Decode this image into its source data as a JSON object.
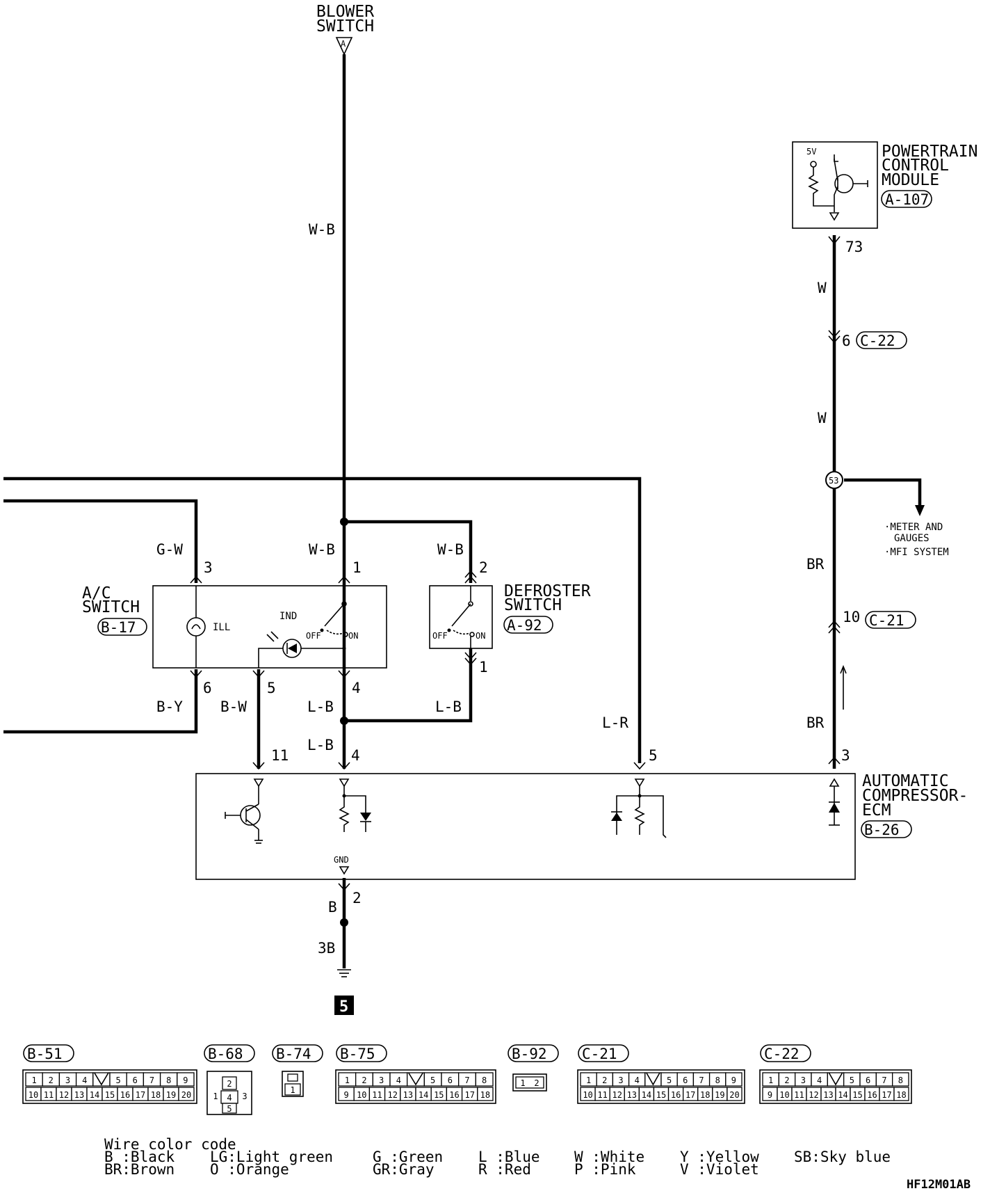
{
  "components": {
    "blower_switch": {
      "line1": "BLOWER",
      "line2": "SWITCH",
      "connector": "A"
    },
    "pcm": {
      "line1": "POWERTRAIN",
      "line2": "CONTROL",
      "line3": "MODULE",
      "connector": "A-107",
      "voltage": "5V"
    },
    "ac_switch": {
      "line1": "A/C",
      "line2": "SWITCH",
      "connector": "B-17",
      "ill": "ILL",
      "ind": "IND",
      "off": "OFF",
      "on": "ON"
    },
    "defroster_switch": {
      "line1": "DEFROSTER",
      "line2": "SWITCH",
      "connector": "A-92",
      "off": "OFF",
      "on": "ON"
    },
    "ecm": {
      "line1": "AUTOMATIC",
      "line2": "COMPRESSOR-",
      "line3": "ECM",
      "connector": "B-26",
      "gnd": "GND"
    }
  },
  "wires": {
    "wb_main": "W-B",
    "wb_1": "W-B",
    "wb_2": "W-B",
    "gw": "G-W",
    "by": "B-Y",
    "bw": "B-W",
    "lb_4": "L-B",
    "lb_1": "L-B",
    "lb_ecm": "L-B",
    "lr": "L-R",
    "w_top": "W",
    "w_mid": "W",
    "br_top": "BR",
    "br_bot": "BR",
    "b": "B",
    "ground_3b": "3B"
  },
  "pins": {
    "pcm_73": "73",
    "c22_6": "6",
    "c21_10": "10",
    "ecm_3": "3",
    "ac_3": "3",
    "ac_1": "1",
    "ac_6": "6",
    "ac_5": "5",
    "ac_4": "4",
    "def_2": "2",
    "def_1": "1",
    "ecm_11": "11",
    "ecm_4": "4",
    "ecm_5": "5",
    "ecm_2": "2"
  },
  "junction": {
    "id": "53"
  },
  "branch": {
    "line1": "·METER AND",
    "line2": "GAUGES",
    "line3": "·MFI SYSTEM"
  },
  "connector_refs": {
    "c22": "C-22",
    "c21": "C-21"
  },
  "ground_point": "5",
  "connector_views": [
    {
      "id": "B-51",
      "row1": [
        "1",
        "2",
        "3",
        "4",
        "",
        "5",
        "6",
        "7",
        "8",
        "9"
      ],
      "row2": [
        "10",
        "11",
        "12",
        "13",
        "14",
        "15",
        "16",
        "17",
        "18",
        "19",
        "20"
      ]
    },
    {
      "id": "B-68"
    },
    {
      "id": "B-74"
    },
    {
      "id": "B-75",
      "row1": [
        "1",
        "2",
        "3",
        "4",
        "",
        "5",
        "6",
        "7",
        "8"
      ],
      "row2": [
        "9",
        "10",
        "11",
        "12",
        "13",
        "14",
        "15",
        "16",
        "17",
        "18"
      ]
    },
    {
      "id": "B-92"
    },
    {
      "id": "C-21",
      "row1": [
        "1",
        "2",
        "3",
        "4",
        "",
        "5",
        "6",
        "7",
        "8",
        "9"
      ],
      "row2": [
        "10",
        "11",
        "12",
        "13",
        "14",
        "15",
        "16",
        "17",
        "18",
        "19",
        "20"
      ]
    },
    {
      "id": "C-22",
      "row1": [
        "1",
        "2",
        "3",
        "4",
        "",
        "5",
        "6",
        "7",
        "8"
      ],
      "row2": [
        "9",
        "10",
        "11",
        "12",
        "13",
        "14",
        "15",
        "16",
        "17",
        "18"
      ]
    }
  ],
  "b68_pins": [
    "1",
    "2",
    "3",
    "4",
    "5"
  ],
  "b74_pins": [
    "1"
  ],
  "b92_pins": [
    "1",
    "2"
  ],
  "legend": {
    "title": "Wire color code",
    "row1": [
      "B :Black",
      "LG:Light green",
      "G :Green",
      "L :Blue",
      "W :White",
      "Y :Yellow",
      "SB:Sky blue"
    ],
    "row2": [
      "BR:Brown",
      "O :Orange",
      "GR:Gray",
      "R :Red",
      "P :Pink",
      "V :Violet"
    ]
  },
  "figure_code": "HF12M01AB"
}
